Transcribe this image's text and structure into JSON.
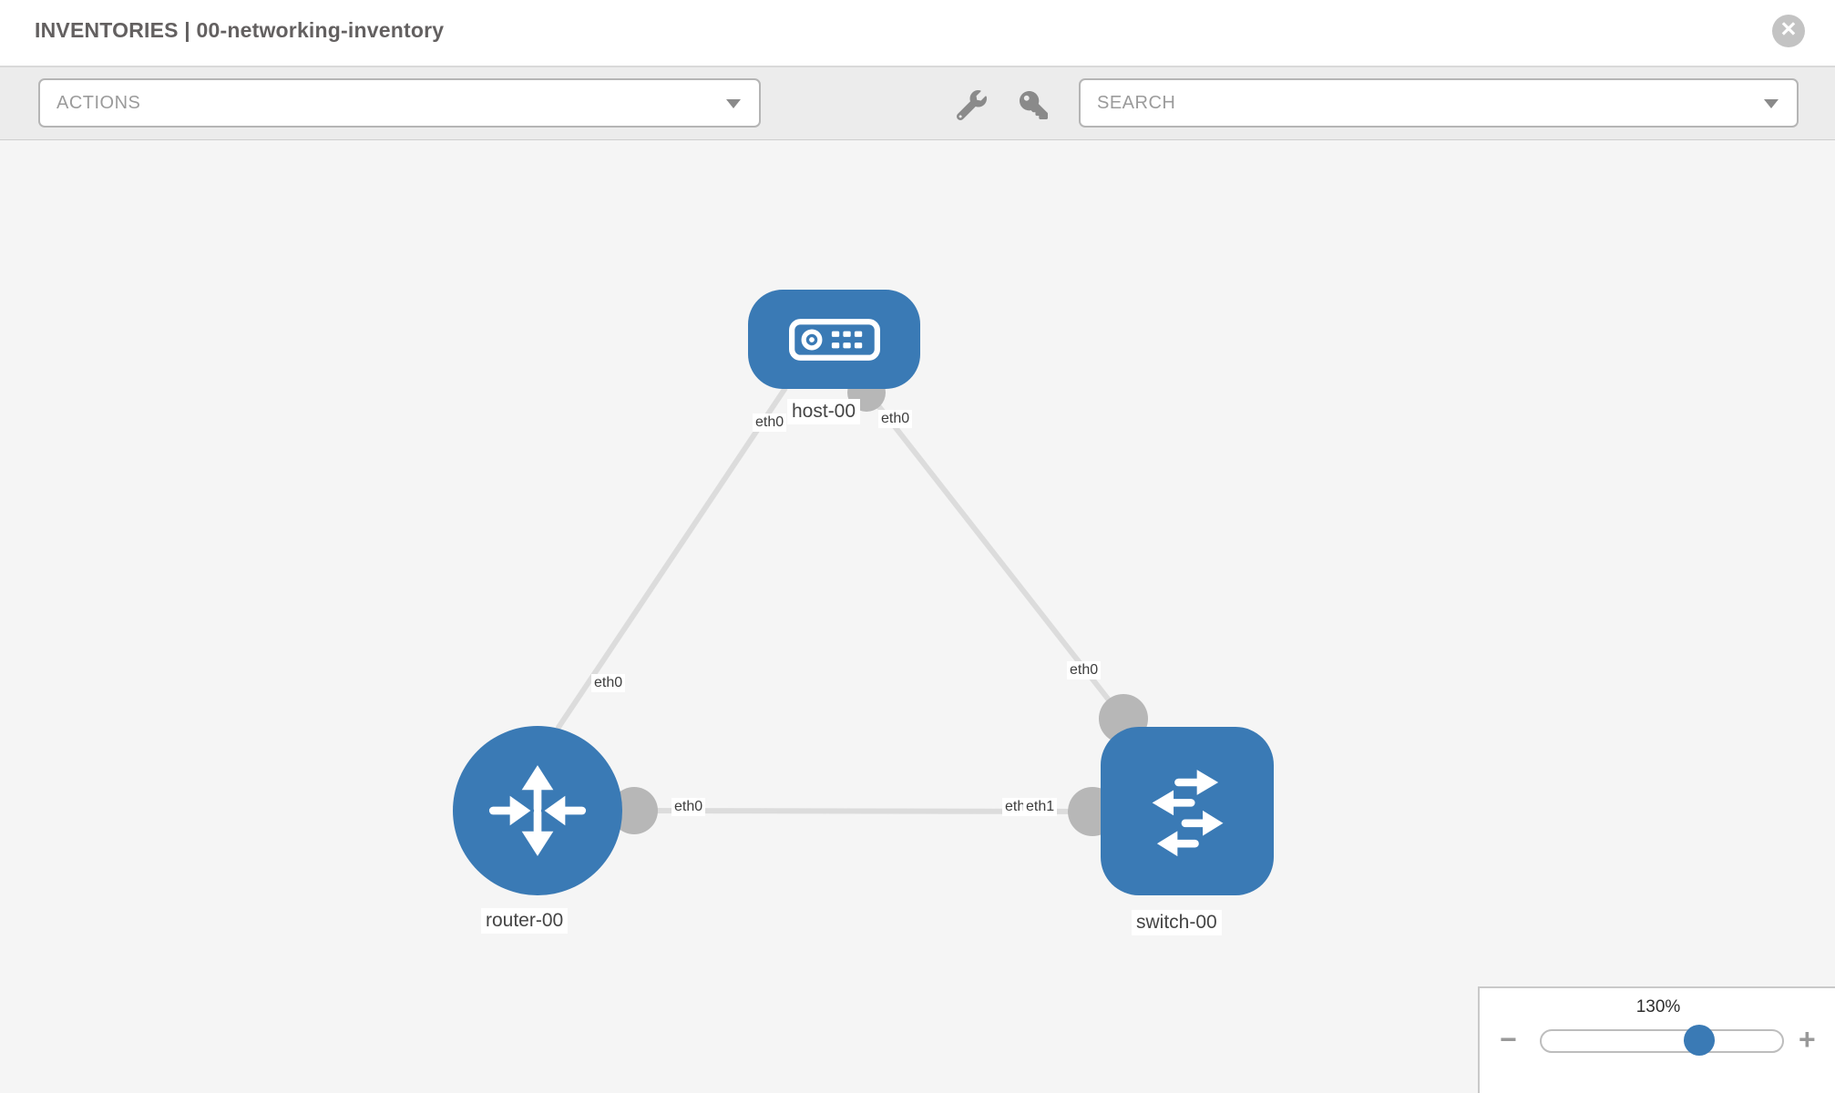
{
  "header": {
    "title": "INVENTORIES | 00-networking-inventory",
    "close_icon": "times-circle-icon",
    "close_glyph": "×"
  },
  "toolbar": {
    "actions_label": "ACTIONS",
    "search_label": "SEARCH",
    "icons": [
      "wrench-icon",
      "key-icon",
      "caret-down-icon"
    ]
  },
  "diagram": {
    "nodes": [
      {
        "id": "host-00",
        "label": "host-00",
        "type": "host",
        "icon": "server-icon"
      },
      {
        "id": "router-00",
        "label": "router-00",
        "type": "router",
        "icon": "router-arrows-icon"
      },
      {
        "id": "switch-00",
        "label": "switch-00",
        "type": "switch",
        "icon": "switch-arrows-icon"
      }
    ],
    "links": [
      {
        "source": "host-00",
        "target": "router-00",
        "source_interface": "eth0",
        "target_interface": "eth0"
      },
      {
        "source": "host-00",
        "target": "switch-00",
        "source_interface": "eth0",
        "target_interface": "eth0"
      },
      {
        "source": "router-00",
        "target": "switch-00",
        "source_interface": "eth0",
        "target_interface": "eth1",
        "target_interface_overlapped": "eth0"
      }
    ]
  },
  "zoom_control": {
    "value": "130%",
    "minus": "−",
    "plus": "+"
  },
  "colors": {
    "node_blue": "#3a7ab5",
    "link_gray": "#dcdcdc",
    "port_gray": "#b7b7b7",
    "canvas_bg": "#f5f5f5",
    "toolbar_bg": "#ececec",
    "icon_gray": "#8a8a8a"
  }
}
